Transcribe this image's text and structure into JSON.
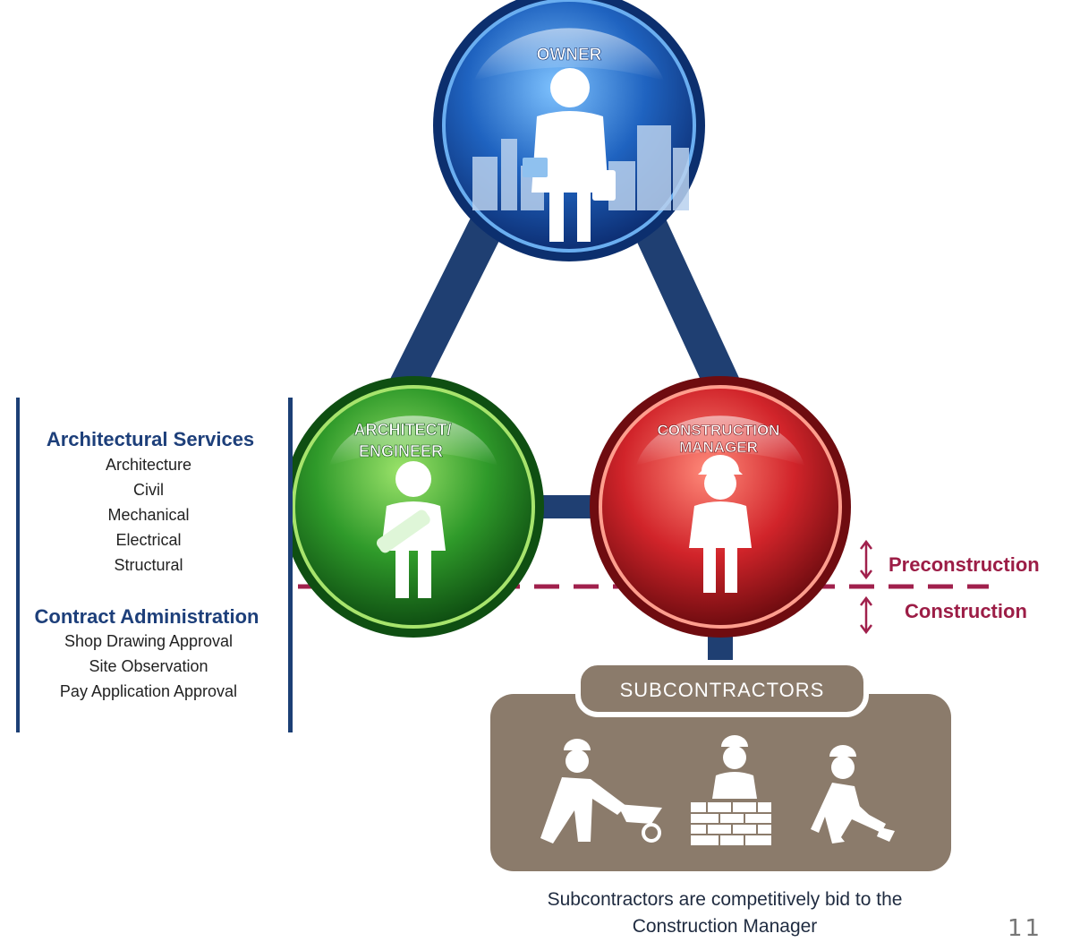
{
  "nodes": {
    "owner": "OWNER",
    "architect_line1": "ARCHITECT/",
    "architect_line2": "ENGINEER",
    "cm_line1": "CONSTRUCTION",
    "cm_line2": "MANAGER",
    "subcontractors": "SUBCONTRACTORS"
  },
  "services": {
    "architectural_title": "Architectural Services",
    "architectural_items": [
      "Architecture",
      "Civil",
      "Mechanical",
      "Electrical",
      "Structural"
    ],
    "contract_title": "Contract Administration",
    "contract_items": [
      "Shop Drawing Approval",
      "Site Observation",
      "Pay Application Approval"
    ]
  },
  "phases": {
    "pre": "Preconstruction",
    "construction": "Construction"
  },
  "caption": {
    "line1": "Subcontractors are competitively bid to the",
    "line2": "Construction Manager"
  },
  "page_number": "11",
  "colors": {
    "connector": "#1f3f72",
    "owner": "#1e5fb8",
    "architect": "#2f9a2a",
    "cm": "#d1242a",
    "subs_box": "#8b7b6b",
    "phase_line": "#a0204c"
  },
  "icons": [
    "owner-figure-icon",
    "architect-figure-icon",
    "construction-worker-icon",
    "wheelbarrow-worker-icon",
    "bricklayer-icon",
    "digging-worker-icon",
    "double-arrow-icon"
  ]
}
